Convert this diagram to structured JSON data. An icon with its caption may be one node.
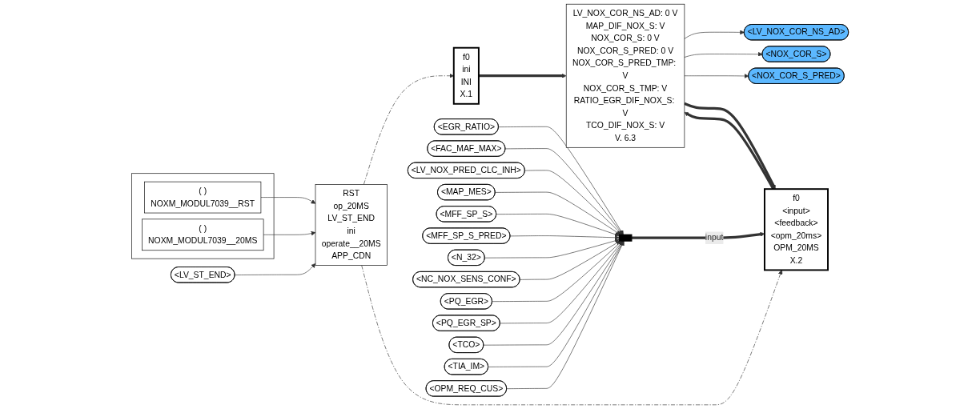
{
  "diagram": {
    "nodes": [
      {
        "text": [],
        "shape": "box"
      },
      {
        "text": [
          "( )",
          "NOXM_MODUL7039__RST"
        ],
        "in": 0
      },
      {
        "text": [
          "( )",
          "NOXM_MODUL7039__20MS"
        ],
        "in": 0
      },
      {
        "text": [
          "<LV_ST_END>"
        ]
      },
      {
        "text": [
          "RST",
          "op_20MS",
          "LV_ST_END",
          "ini",
          "operate__20MS",
          "APP_CDN"
        ]
      },
      {
        "text": [
          "f0",
          "ini",
          "INI",
          "X.1"
        ]
      },
      {
        "text": [
          "<EGR_RATIO>"
        ]
      },
      {
        "text": [
          "<FAC_MAF_MAX>"
        ]
      },
      {
        "text": [
          "<LV_NOX_PRED_CLC_INH>"
        ]
      },
      {
        "text": [
          "<MAP_MES>"
        ]
      },
      {
        "text": [
          "<MFF_SP_S>"
        ]
      },
      {
        "text": [
          "<MFF_SP_S_PRED>"
        ]
      },
      {
        "text": [
          "<N_32>"
        ]
      },
      {
        "text": [
          "<NC_NOX_SENS_CONF>"
        ]
      },
      {
        "text": [
          "<PQ_EGR>"
        ]
      },
      {
        "text": [
          "<PQ_EGR_SP>"
        ]
      },
      {
        "text": [
          "<TCO>"
        ]
      },
      {
        "text": [
          "<TIA_IM>"
        ]
      },
      {
        "text": [
          "<OPM_REQ_CUS>"
        ]
      },
      {
        "text": [],
        "shape": "bar"
      },
      {
        "text": [
          "f0",
          "<input>",
          "<feedback>",
          "<opm_20ms>",
          "OPM_20MS",
          "X.2"
        ]
      },
      {
        "text": [
          "LV_NOX_COR_NS_AD: 0 V",
          "MAP_DIF_NOX_S: V",
          "NOX_COR_S: 0 V",
          "NOX_COR_S_PRED: 0 V",
          "NOX_COR_S_PRED_TMP: V",
          "NOX_COR_S_TMP: V",
          "RATIO_EGR_DIF_NOX_S: V",
          "TCO_DIF_NOX_S: V",
          "V. 6.3"
        ]
      },
      {
        "text": [
          "<LV_NOX_COR_NS_AD>"
        ]
      },
      {
        "text": [
          "<NOX_COR_S>"
        ]
      },
      {
        "text": [
          "<NOX_COR_S_PRED>"
        ]
      }
    ],
    "edges": [
      {
        "from": 1,
        "to": 4,
        "arrow": "to"
      },
      {
        "from": 2,
        "to": 4,
        "arrow": "to"
      },
      {
        "from": 3,
        "to": 4,
        "arrow": "to"
      },
      {
        "from": 4,
        "to": 5,
        "arrow": "to",
        "style": "dashed"
      },
      {
        "from": 4,
        "to": 20,
        "arrow": "to",
        "style": "dashed"
      },
      {
        "from": 5,
        "to": 21,
        "arrow": "to",
        "style": "thick"
      },
      {
        "from": 6,
        "to": 19,
        "arrow": "to"
      },
      {
        "from": 7,
        "to": 19,
        "arrow": "to"
      },
      {
        "from": 8,
        "to": 19,
        "arrow": "to"
      },
      {
        "from": 9,
        "to": 19,
        "arrow": "to"
      },
      {
        "from": 10,
        "to": 19,
        "arrow": "to"
      },
      {
        "from": 11,
        "to": 19,
        "arrow": "to"
      },
      {
        "from": 12,
        "to": 19,
        "arrow": "to"
      },
      {
        "from": 13,
        "to": 19,
        "arrow": "to"
      },
      {
        "from": 14,
        "to": 19,
        "arrow": "to"
      },
      {
        "from": 15,
        "to": 19,
        "arrow": "to"
      },
      {
        "from": 16,
        "to": 19,
        "arrow": "to"
      },
      {
        "from": 17,
        "to": 19,
        "arrow": "to"
      },
      {
        "from": 18,
        "to": 19,
        "arrow": "to"
      },
      {
        "from": 19,
        "to": 20,
        "arrow": "to",
        "label": "input",
        "style": "thick"
      },
      {
        "from": 20,
        "to": 21,
        "arrow": "to",
        "style": "thick"
      },
      {
        "from": 21,
        "to": 22,
        "arrow": "to"
      },
      {
        "from": 21,
        "to": 23,
        "arrow": "to"
      },
      {
        "from": 21,
        "to": 24,
        "arrow": "to"
      },
      {
        "from": 21,
        "to": 20,
        "arrow": "to",
        "style": "thick"
      }
    ]
  }
}
